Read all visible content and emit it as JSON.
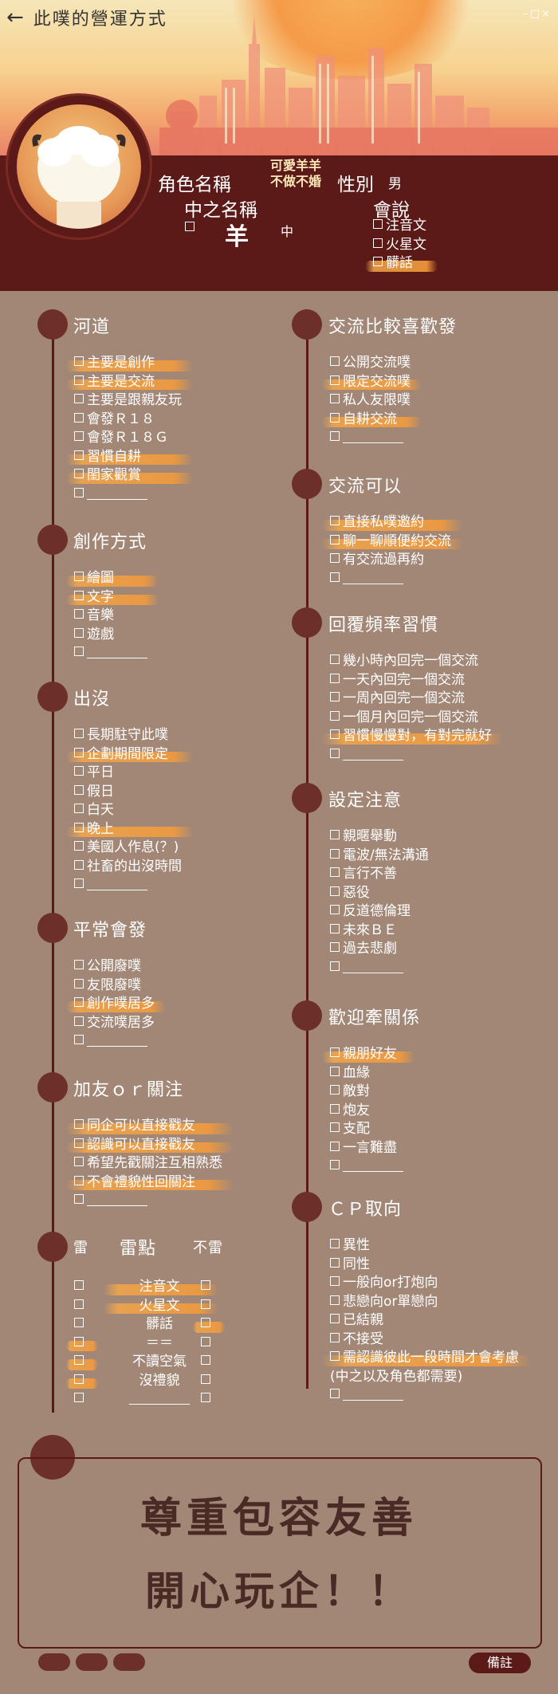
{
  "header": {
    "title": "此噗的營運方式",
    "window_controls": "–□×"
  },
  "profile": {
    "name_label": "角色名稱",
    "nickname_line1": "可愛羊羊",
    "nickname_line2": "不做不婚",
    "gender_label": "性別",
    "gender_value": "男",
    "chinese_name_label": "中之名稱",
    "chinese_name_value": "羊",
    "chinese_name_suffix": "中",
    "speaks_label": "會說",
    "speaks": [
      {
        "label": "注音文",
        "hl": false
      },
      {
        "label": "火星文",
        "hl": false
      },
      {
        "label": "髒話",
        "hl": true
      }
    ]
  },
  "sections_left": [
    {
      "title": "河道",
      "items": [
        {
          "label": "主要是創作",
          "hl": true
        },
        {
          "label": "主要是交流",
          "hl": true
        },
        {
          "label": "主要是跟親友玩",
          "hl": false
        },
        {
          "label": "會發Ｒ１８",
          "hl": false
        },
        {
          "label": "會發Ｒ１８Ｇ",
          "hl": false
        },
        {
          "label": "習慣自耕",
          "hl": true
        },
        {
          "label": "閨家觀賞",
          "hl": true
        },
        {
          "label": "",
          "hl": false
        }
      ]
    },
    {
      "title": "創作方式",
      "items": [
        {
          "label": "繪圖",
          "hl": true
        },
        {
          "label": "文字",
          "hl": true
        },
        {
          "label": "音樂",
          "hl": false
        },
        {
          "label": "遊戲",
          "hl": false
        },
        {
          "label": "",
          "hl": false
        }
      ]
    },
    {
      "title": "出沒",
      "items": [
        {
          "label": "長期駐守此噗",
          "hl": false
        },
        {
          "label": "企劃期間限定",
          "hl": true
        },
        {
          "label": "平日",
          "hl": false
        },
        {
          "label": "假日",
          "hl": false
        },
        {
          "label": "白天",
          "hl": false
        },
        {
          "label": "晚上",
          "hl": true
        },
        {
          "label": "美國人作息(？)",
          "hl": false
        },
        {
          "label": "社畜的出沒時間",
          "hl": false
        },
        {
          "label": "",
          "hl": false
        }
      ]
    },
    {
      "title": "平常會發",
      "items": [
        {
          "label": "公開廢噗",
          "hl": false
        },
        {
          "label": "友限廢噗",
          "hl": false
        },
        {
          "label": "創作噗居多",
          "hl": true
        },
        {
          "label": "交流噗居多",
          "hl": false
        },
        {
          "label": "",
          "hl": false
        }
      ]
    },
    {
      "title": "加友ｏｒ關注",
      "items": [
        {
          "label": "同企可以直接戳友",
          "hl": true
        },
        {
          "label": "認識可以直接戳友",
          "hl": true
        },
        {
          "label": "希望先戳關注互相熟悉",
          "hl": false
        },
        {
          "label": "不會禮貌性回關注",
          "hl": true
        },
        {
          "label": "",
          "hl": false
        }
      ]
    }
  ],
  "thunder": {
    "head_left": "雷",
    "head_mid": "雷點",
    "head_right": "不雷",
    "rows": [
      {
        "label": "注音文",
        "left_hl": false,
        "mid_hl": true,
        "right_hl": false
      },
      {
        "label": "火星文",
        "left_hl": false,
        "mid_hl": true,
        "right_hl": false
      },
      {
        "label": "髒話",
        "left_hl": false,
        "mid_hl": false,
        "right_hl": true
      },
      {
        "label": "＝＝",
        "left_hl": true,
        "mid_hl": false,
        "right_hl": false
      },
      {
        "label": "不讀空氣",
        "left_hl": true,
        "mid_hl": false,
        "right_hl": false
      },
      {
        "label": "沒禮貌",
        "left_hl": true,
        "mid_hl": false,
        "right_hl": false
      },
      {
        "label": "",
        "left_hl": false,
        "mid_hl": false,
        "right_hl": false
      }
    ]
  },
  "sections_right": [
    {
      "title": "交流比較喜歡發",
      "items": [
        {
          "label": "公開交流噗",
          "hl": false
        },
        {
          "label": "限定交流噗",
          "hl": true
        },
        {
          "label": "私人友限噗",
          "hl": false
        },
        {
          "label": "自耕交流",
          "hl": true
        },
        {
          "label": "",
          "hl": false
        }
      ]
    },
    {
      "title": "交流可以",
      "items": [
        {
          "label": "直接私噗邀約",
          "hl": true
        },
        {
          "label": "聊一聊順便約交流",
          "hl": true
        },
        {
          "label": "有交流過再約",
          "hl": false
        },
        {
          "label": "",
          "hl": false
        }
      ]
    },
    {
      "title": "回覆頻率習慣",
      "items": [
        {
          "label": "幾小時內回完一個交流",
          "hl": false
        },
        {
          "label": "一天內回完一個交流",
          "hl": false
        },
        {
          "label": "一周內回完一個交流",
          "hl": false
        },
        {
          "label": "一個月內回完一個交流",
          "hl": false
        },
        {
          "label": "習慣慢慢對，有對完就好",
          "hl": true
        },
        {
          "label": "",
          "hl": false
        }
      ]
    },
    {
      "title": "設定注意",
      "items": [
        {
          "label": "親暱舉動",
          "hl": false
        },
        {
          "label": "電波/無法溝通",
          "hl": false
        },
        {
          "label": "言行不善",
          "hl": false
        },
        {
          "label": "惡役",
          "hl": false
        },
        {
          "label": "反道德倫理",
          "hl": false
        },
        {
          "label": "未來ＢＥ",
          "hl": false
        },
        {
          "label": "過去悲劇",
          "hl": false
        },
        {
          "label": "",
          "hl": false
        }
      ]
    },
    {
      "title": "歡迎牽關係",
      "items": [
        {
          "label": "親朋好友",
          "hl": true
        },
        {
          "label": "血緣",
          "hl": false
        },
        {
          "label": "敵對",
          "hl": false
        },
        {
          "label": "炮友",
          "hl": false
        },
        {
          "label": "支配",
          "hl": false
        },
        {
          "label": "一言難盡",
          "hl": false
        },
        {
          "label": "",
          "hl": false
        }
      ]
    },
    {
      "title": "ＣＰ取向",
      "items": [
        {
          "label": "異性",
          "hl": false
        },
        {
          "label": "同性",
          "hl": false
        },
        {
          "label": "一般向or打炮向",
          "hl": false
        },
        {
          "label": "悲戀向or單戀向",
          "hl": false
        },
        {
          "label": "已結親",
          "hl": false
        },
        {
          "label": "不接受",
          "hl": false
        },
        {
          "label": "需認識彼此一段時間才會考慮",
          "hl": true
        },
        {
          "label": "(中之以及角色都需要)",
          "hl": false,
          "nobox": true
        },
        {
          "label": "",
          "hl": false
        }
      ]
    }
  ],
  "motto": {
    "line1": "尊重包容友善",
    "line2": "開心玩企！！"
  },
  "footer": {
    "note_button": "備註"
  }
}
